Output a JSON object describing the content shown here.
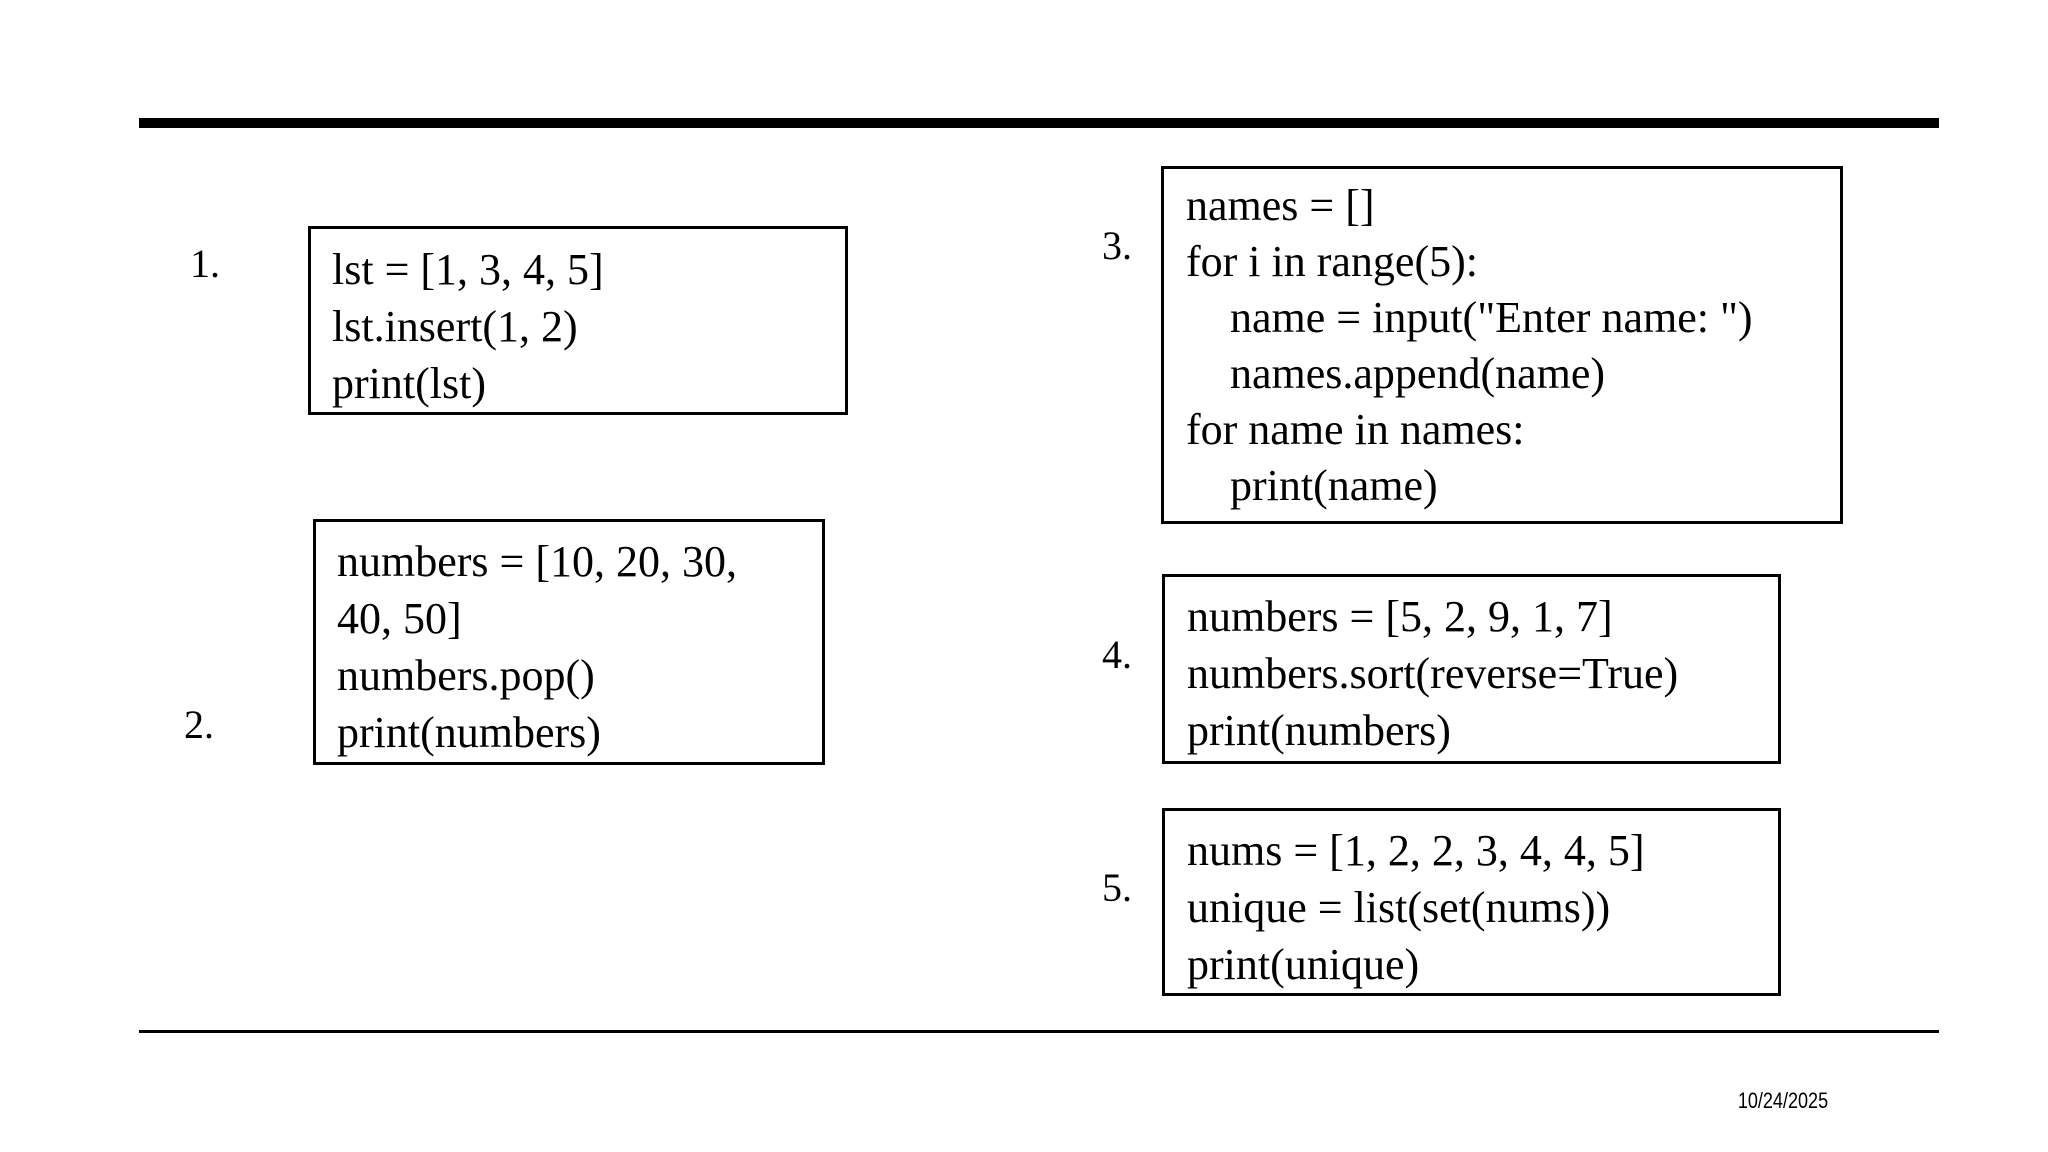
{
  "slide": {
    "date": "10/24/2025",
    "problems": [
      {
        "number": "1.",
        "code_lines": [
          "lst = [1, 3, 4, 5]",
          "lst.insert(1, 2)",
          "print(lst)"
        ]
      },
      {
        "number": "2.",
        "code_lines": [
          "numbers = [10, 20, 30,",
          "40, 50]",
          "numbers.pop()",
          "print(numbers)"
        ]
      },
      {
        "number": "3.",
        "code_lines": [
          "names = []",
          "for i in range(5):",
          "    name = input(\"Enter name: \")",
          "    names.append(name)",
          "for name in names:",
          "    print(name)"
        ]
      },
      {
        "number": "4.",
        "code_lines": [
          "numbers = [5, 2, 9, 1, 7]",
          "numbers.sort(reverse=True)",
          "print(numbers)"
        ]
      },
      {
        "number": "5.",
        "code_lines": [
          "nums = [1, 2, 2, 3, 4, 4, 5]",
          "unique = list(set(nums))",
          "print(unique)"
        ]
      }
    ]
  }
}
